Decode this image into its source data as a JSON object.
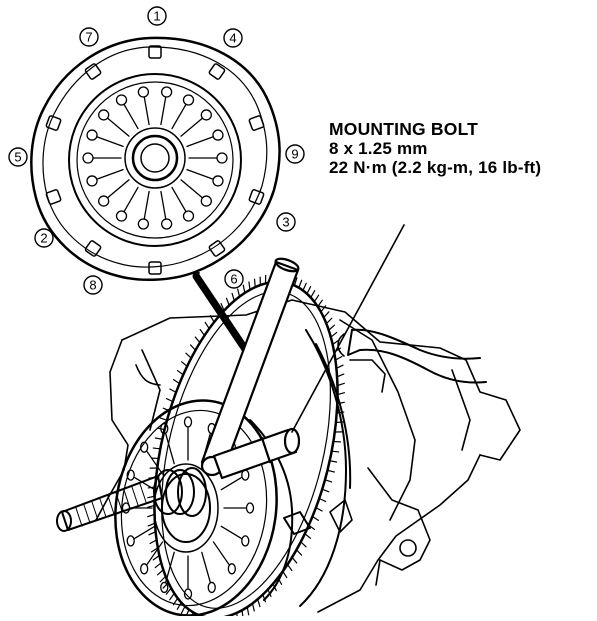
{
  "callout": {
    "line1": "MOUNTING  BOLT",
    "line2": "8 x 1.25 mm",
    "line3": "22 N·m (2.2 kg-m,  16 lb-ft)"
  },
  "bolt_sequence": [
    "1",
    "2",
    "3",
    "4",
    "5",
    "6",
    "7",
    "8",
    "9"
  ]
}
